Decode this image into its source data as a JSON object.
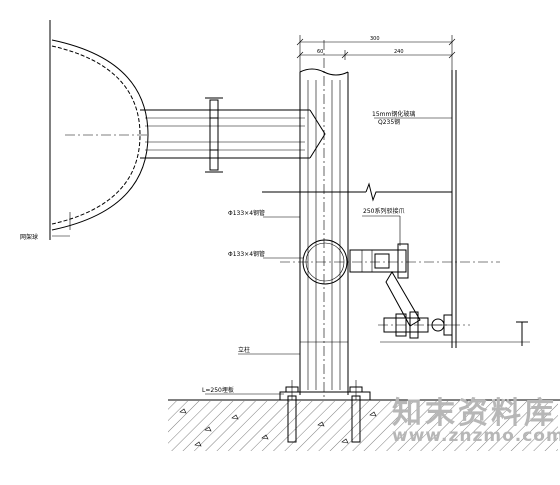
{
  "labels": {
    "dome": "网架球",
    "tube_top": "Φ133×4钢管",
    "tube_mid": "Φ133×4钢管",
    "steel_spec": "Q235钢",
    "glass": "15mm钢化玻璃",
    "claw": "250系列驳接爪",
    "column": "立柱",
    "base_plate": "L=250埋板",
    "dim_total": "300",
    "dim_left": "60",
    "dim_right": "240"
  },
  "watermark": {
    "title": "知末资料库",
    "url": "www.znzmo.com"
  }
}
